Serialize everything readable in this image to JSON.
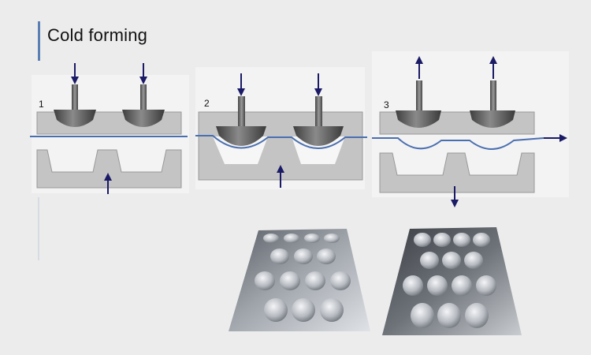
{
  "title": "Cold forming",
  "steps": [
    {
      "label": "1"
    },
    {
      "label": "2"
    },
    {
      "label": "3"
    }
  ],
  "colors": {
    "arrow": "#1a1a66",
    "foil": "#4a6fb0",
    "die": "#c4c4c4",
    "die_stroke": "#8a8a8a",
    "punch": "#5a5a5a",
    "accent": "#5a7fb5"
  },
  "photos": [
    {
      "name": "formed-blister-sheet-shallow"
    },
    {
      "name": "formed-blister-sheet-deep"
    }
  ]
}
